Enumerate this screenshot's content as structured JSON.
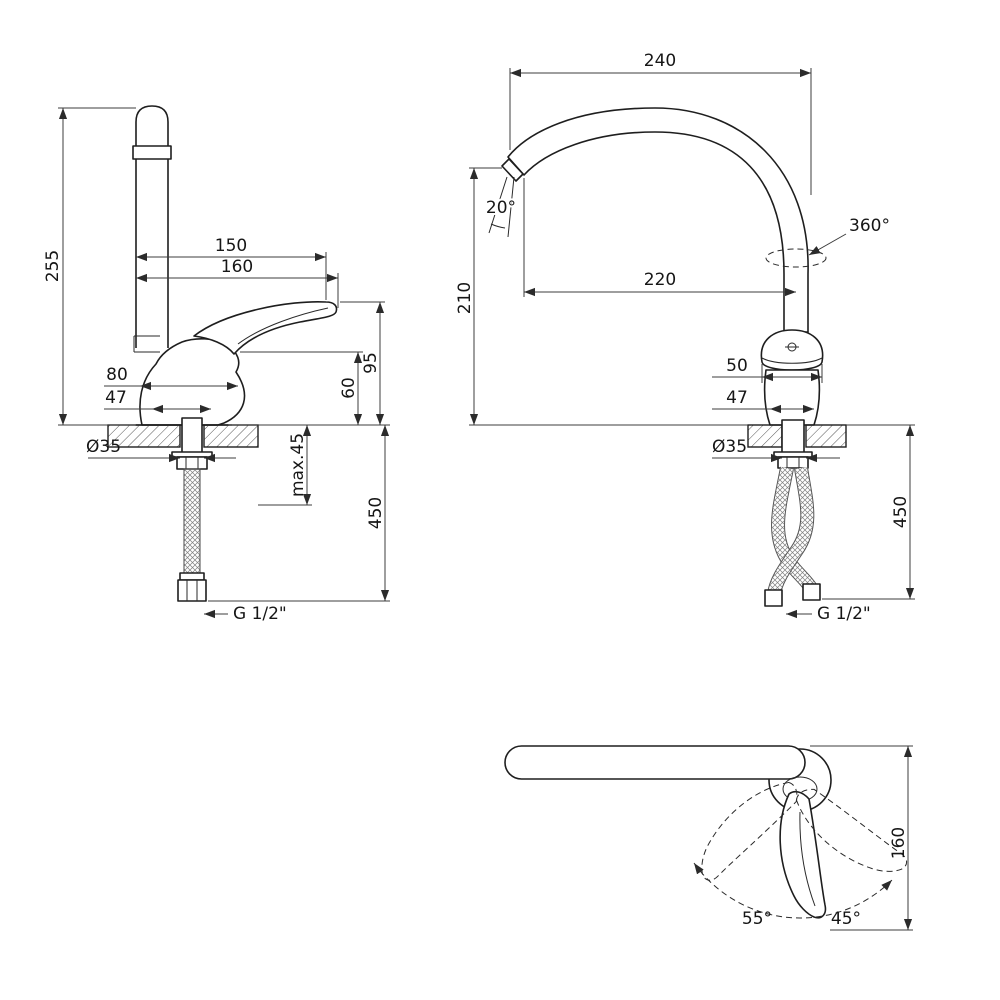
{
  "left_view": {
    "total_height": "255",
    "spout_reach_inner": "150",
    "spout_reach_outer": "160",
    "handle_top_height": "95",
    "spout_outlet_height": "60",
    "body_width": "80",
    "base_width": "47",
    "hole_diameter": "Ø35",
    "max_deck_thickness": "max.45",
    "hose_length": "450",
    "thread_size": "G 1/2\""
  },
  "front_view": {
    "spout_reach": "240",
    "spout_height": "210",
    "spout_reach_axis": "220",
    "spray_angle": "20°",
    "swivel_angle": "360°",
    "body_width": "50",
    "base_width": "47",
    "hole_diameter": "Ø35",
    "hose_length": "450",
    "thread_size": "G 1/2\""
  },
  "top_view": {
    "overall_length": "160",
    "handle_swing_left": "55°",
    "handle_swing_right": "45°"
  }
}
